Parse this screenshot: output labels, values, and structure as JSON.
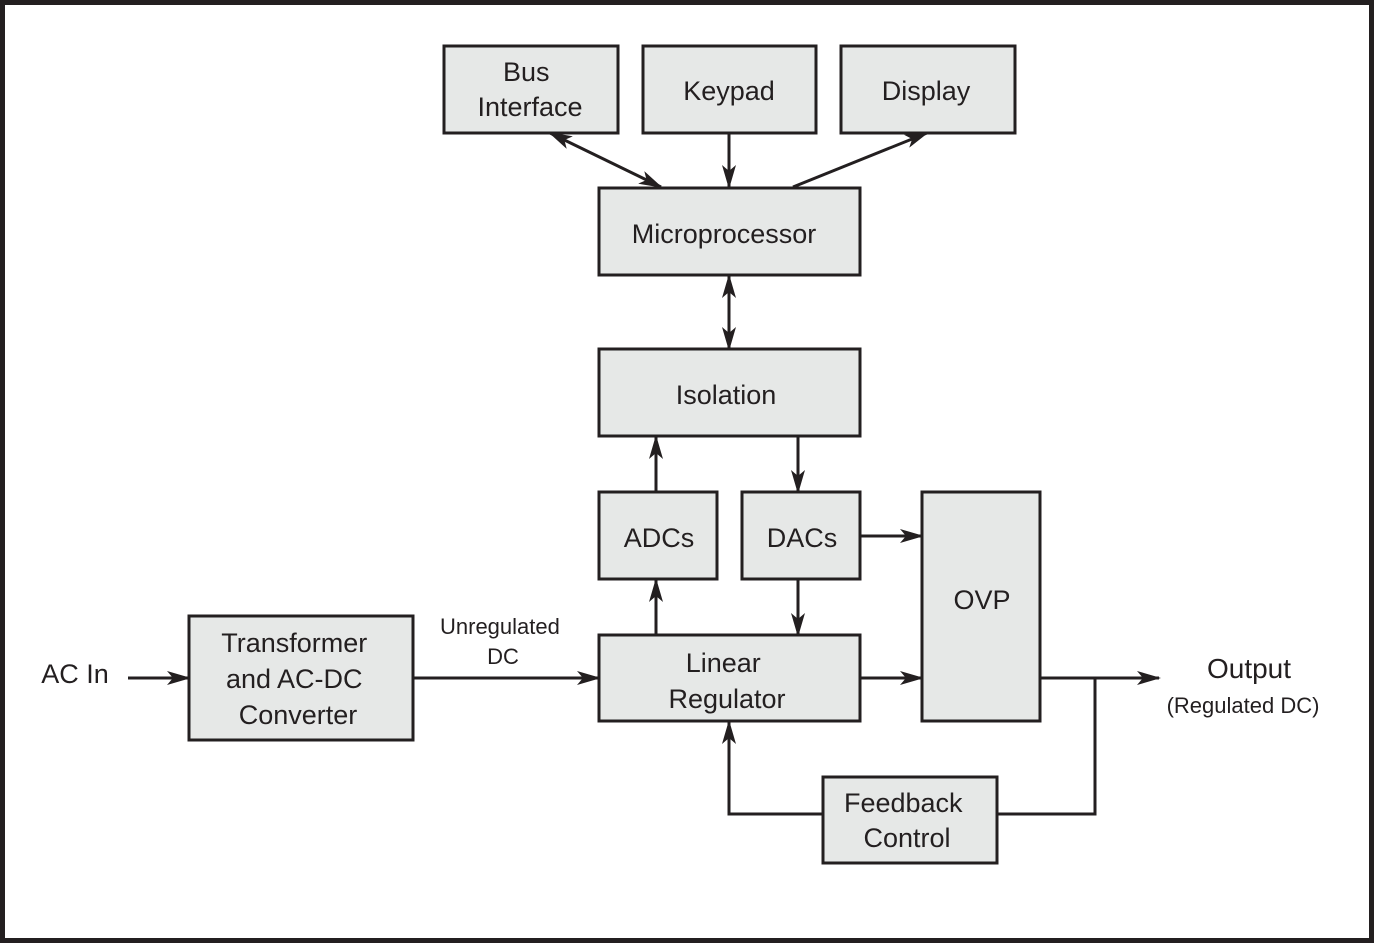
{
  "diagram": {
    "colors": {
      "stroke": "#231f20",
      "block_fill": "#e6e8e7",
      "background": "#ffffff"
    },
    "blocks": {
      "bus_interface": {
        "lines": [
          "Bus",
          "Interface"
        ]
      },
      "keypad": {
        "lines": [
          "Keypad"
        ]
      },
      "display": {
        "lines": [
          "Display"
        ]
      },
      "microprocessor": {
        "lines": [
          "Microprocessor"
        ]
      },
      "isolation": {
        "lines": [
          "Isolation"
        ]
      },
      "adcs": {
        "lines": [
          "ADCs"
        ]
      },
      "dacs": {
        "lines": [
          "DACs"
        ]
      },
      "ovp": {
        "lines": [
          "OVP"
        ]
      },
      "transformer": {
        "lines": [
          "Transformer",
          "and AC-DC",
          "Converter"
        ]
      },
      "linear_regulator": {
        "lines": [
          "Linear",
          "Regulator"
        ]
      },
      "feedback_control": {
        "lines": [
          "Feedback",
          "Control"
        ]
      }
    },
    "labels": {
      "ac_in": "AC In",
      "unregulated_dc": [
        "Unregulated",
        "DC"
      ],
      "output": "Output",
      "output_sub": "(Regulated DC)"
    },
    "connections": [
      {
        "from": "bus_interface",
        "to": "microprocessor",
        "direction": "bidirectional"
      },
      {
        "from": "keypad",
        "to": "microprocessor",
        "direction": "forward"
      },
      {
        "from": "microprocessor",
        "to": "display",
        "direction": "forward"
      },
      {
        "from": "microprocessor",
        "to": "isolation",
        "direction": "bidirectional"
      },
      {
        "from": "adcs",
        "to": "isolation",
        "direction": "forward"
      },
      {
        "from": "isolation",
        "to": "dacs",
        "direction": "forward"
      },
      {
        "from": "linear_regulator",
        "to": "adcs",
        "direction": "forward"
      },
      {
        "from": "dacs",
        "to": "linear_regulator",
        "direction": "forward"
      },
      {
        "from": "dacs",
        "to": "ovp",
        "direction": "forward"
      },
      {
        "from": "linear_regulator",
        "to": "ovp",
        "direction": "forward"
      },
      {
        "from": "ac_in",
        "to": "transformer",
        "direction": "forward"
      },
      {
        "from": "transformer",
        "to": "linear_regulator",
        "direction": "forward",
        "label": "Unregulated DC"
      },
      {
        "from": "ovp",
        "to": "output",
        "direction": "forward"
      },
      {
        "from": "output",
        "to": "feedback_control",
        "direction": "forward"
      },
      {
        "from": "feedback_control",
        "to": "linear_regulator",
        "direction": "forward"
      }
    ]
  }
}
